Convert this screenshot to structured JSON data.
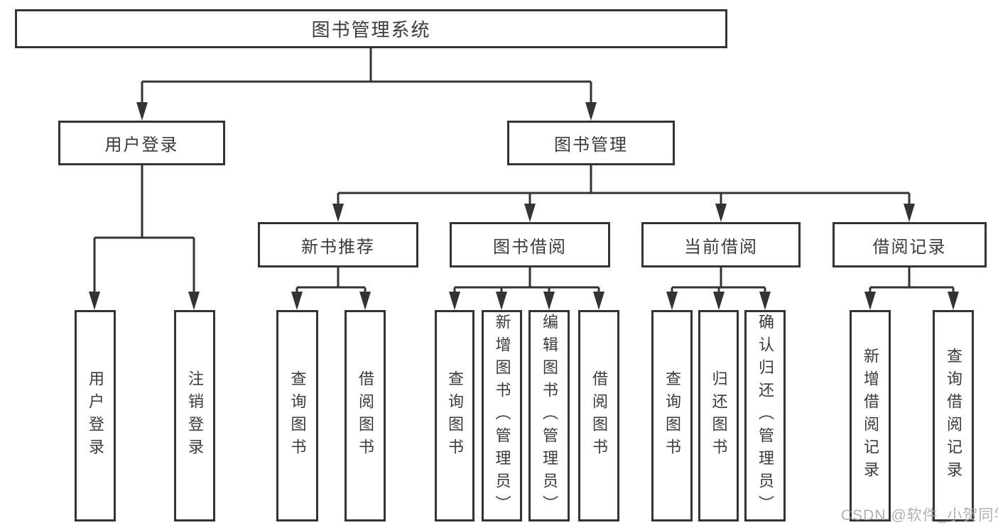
{
  "diagram": {
    "tree": {
      "root": {
        "label": "图书管理系统",
        "children": [
          {
            "label": "用户登录",
            "children": [
              {
                "label": "用户登录"
              },
              {
                "label": "注销登录"
              }
            ]
          },
          {
            "label": "图书管理",
            "children": [
              {
                "label": "新书推荐",
                "children": [
                  {
                    "label": "查询图书"
                  },
                  {
                    "label": "借阅图书"
                  }
                ]
              },
              {
                "label": "图书借阅",
                "children": [
                  {
                    "label": "查询图书"
                  },
                  {
                    "label": "新增图书（管理员）"
                  },
                  {
                    "label": "编辑图书（管理员）"
                  },
                  {
                    "label": "借阅图书"
                  }
                ]
              },
              {
                "label": "当前借阅",
                "children": [
                  {
                    "label": "查询图书"
                  },
                  {
                    "label": "归还图书"
                  },
                  {
                    "label": "确认归还（管理员）"
                  }
                ]
              },
              {
                "label": "借阅记录",
                "children": [
                  {
                    "label": "新增借阅记录"
                  },
                  {
                    "label": "查询借阅记录"
                  }
                ]
              }
            ]
          }
        ]
      }
    },
    "colors": {
      "line": "#333333",
      "text": "#3b3b3b",
      "background": "#ffffff",
      "watermark": "#a8a8a8"
    }
  },
  "watermark": {
    "text": "CSDN @软件_小贺同学"
  }
}
